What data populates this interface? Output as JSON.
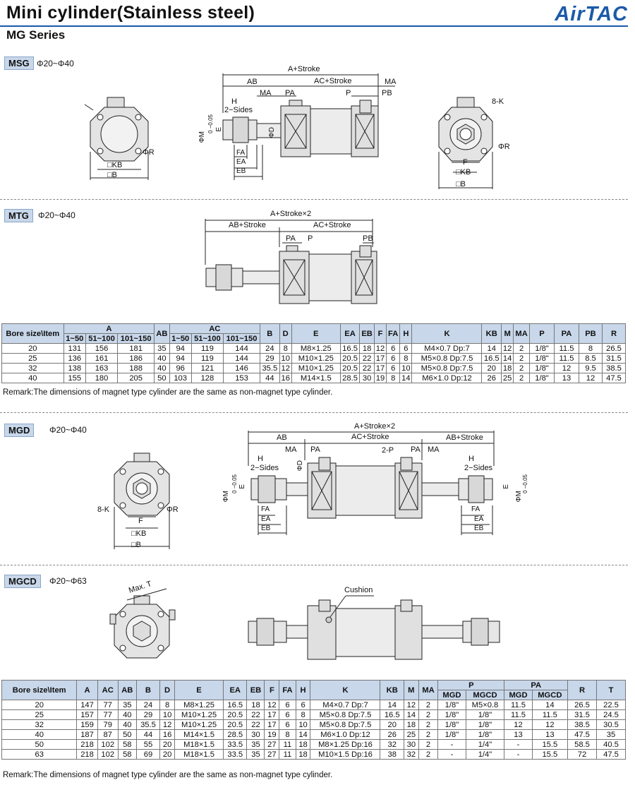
{
  "header": {
    "title": "Mini cylinder(Stainless steel)",
    "subtitle": "MG Series",
    "brand": "AirTAC",
    "brand_color": "#1b5aa8"
  },
  "sections": {
    "msg": {
      "badge": "MSG",
      "range": "Φ20~Φ40"
    },
    "mtg": {
      "badge": "MTG",
      "range": "Φ20~Φ40"
    },
    "mgd": {
      "badge": "MGD",
      "range": "Φ20~Φ40"
    },
    "mgcd": {
      "badge": "MGCD",
      "range": "Φ20~Φ63"
    }
  },
  "labels": {
    "msg": {
      "a_stroke": "A+Stroke",
      "ab": "AB",
      "ac_stroke": "AC+Stroke",
      "ma": "MA",
      "pa": "PA",
      "p": "P",
      "pb": "PB",
      "h": "H",
      "two_sides": "2−Sides",
      "phi_m": "ΦM",
      "tol": "0 −0.05",
      "e": "E",
      "phi_d": "ΦD",
      "fa": "FA",
      "ea": "EA",
      "eb": "EB",
      "kb": "□KB",
      "b": "□B",
      "phi_r": "ΦR",
      "eight_k": "8-K",
      "f": "F",
      "ma2": "MA"
    },
    "mtg": {
      "a_stroke": "A+Stroke×2",
      "ab_stroke": "AB+Stroke",
      "ac_stroke": "AC+Stroke",
      "pa": "PA",
      "p": "P",
      "pb": "PB"
    },
    "mgd": {
      "a_stroke": "A+Stroke×2",
      "ab": "AB",
      "ac_stroke": "AC+Stroke",
      "ab_stroke": "AB+Stroke",
      "ma": "MA",
      "pa": "PA",
      "two_p": "2-P",
      "h": "H",
      "two_sides": "2−Sides",
      "phi_d": "ΦD",
      "phi_m": "ΦM",
      "tol": "0 −0.05",
      "e": "E",
      "fa": "FA",
      "ea": "EA",
      "eb": "EB",
      "eight_k": "8-K",
      "phi_r": "ΦR",
      "f": "F",
      "kb": "□KB",
      "b": "□B",
      "ma2": "MA",
      "pa2": "PA"
    },
    "mgcd": {
      "max_t": "Max. T",
      "cushion": "Cushion"
    }
  },
  "table1": {
    "head1": [
      "Bore size\\Item",
      "A",
      "AB",
      "AC",
      "B",
      "D",
      "E",
      "EA",
      "EB",
      "F",
      "FA",
      "H",
      "K",
      "KB",
      "M",
      "MA",
      "P",
      "PA",
      "PB",
      "R"
    ],
    "sub": [
      "1~50",
      "51~100",
      "101~150",
      "1~50",
      "51~100",
      "101~150"
    ],
    "rows": [
      [
        "20",
        "131",
        "156",
        "181",
        "35",
        "94",
        "119",
        "144",
        "24",
        "8",
        "M8×1.25",
        "16.5",
        "18",
        "12",
        "6",
        "6",
        "M4×0.7 Dp:7",
        "14",
        "12",
        "2",
        "1/8\"",
        "11.5",
        "8",
        "26.5"
      ],
      [
        "25",
        "136",
        "161",
        "186",
        "40",
        "94",
        "119",
        "144",
        "29",
        "10",
        "M10×1.25",
        "20.5",
        "22",
        "17",
        "6",
        "8",
        "M5×0.8 Dp:7.5",
        "16.5",
        "14",
        "2",
        "1/8\"",
        "11.5",
        "8.5",
        "31.5"
      ],
      [
        "32",
        "138",
        "163",
        "188",
        "40",
        "96",
        "121",
        "146",
        "35.5",
        "12",
        "M10×1.25",
        "20.5",
        "22",
        "17",
        "6",
        "10",
        "M5×0.8 Dp:7.5",
        "20",
        "18",
        "2",
        "1/8\"",
        "12",
        "9.5",
        "38.5"
      ],
      [
        "40",
        "155",
        "180",
        "205",
        "50",
        "103",
        "128",
        "153",
        "44",
        "16",
        "M14×1.5",
        "28.5",
        "30",
        "19",
        "8",
        "14",
        "M6×1.0 Dp:12",
        "26",
        "25",
        "2",
        "1/8\"",
        "13",
        "12",
        "47.5"
      ]
    ],
    "remark": "Remark:The dimensions of magnet type cylinder are the same as non-magnet type cylinder."
  },
  "table2": {
    "head1": [
      "Bore size\\Item",
      "A",
      "AC",
      "AB",
      "B",
      "D",
      "E",
      "EA",
      "EB",
      "F",
      "FA",
      "H",
      "K",
      "KB",
      "M",
      "MA",
      "P",
      "PA",
      "R",
      "T"
    ],
    "sub": [
      "MGD",
      "MGCD",
      "MGD",
      "MGCD"
    ],
    "rows": [
      [
        "20",
        "147",
        "77",
        "35",
        "24",
        "8",
        "M8×1.25",
        "16.5",
        "18",
        "12",
        "6",
        "6",
        "M4×0.7 Dp:7",
        "14",
        "12",
        "2",
        "1/8\"",
        "M5×0.8",
        "11.5",
        "14",
        "26.5",
        "22.5"
      ],
      [
        "25",
        "157",
        "77",
        "40",
        "29",
        "10",
        "M10×1.25",
        "20.5",
        "22",
        "17",
        "6",
        "8",
        "M5×0.8 Dp:7.5",
        "16.5",
        "14",
        "2",
        "1/8\"",
        "1/8\"",
        "11.5",
        "11.5",
        "31.5",
        "24.5"
      ],
      [
        "32",
        "159",
        "79",
        "40",
        "35.5",
        "12",
        "M10×1.25",
        "20.5",
        "22",
        "17",
        "6",
        "10",
        "M5×0.8 Dp:7.5",
        "20",
        "18",
        "2",
        "1/8\"",
        "1/8\"",
        "12",
        "12",
        "38.5",
        "30.5"
      ],
      [
        "40",
        "187",
        "87",
        "50",
        "44",
        "16",
        "M14×1.5",
        "28.5",
        "30",
        "19",
        "8",
        "14",
        "M6×1.0 Dp:12",
        "26",
        "25",
        "2",
        "1/8\"",
        "1/8\"",
        "13",
        "13",
        "47.5",
        "35"
      ],
      [
        "50",
        "218",
        "102",
        "58",
        "55",
        "20",
        "M18×1.5",
        "33.5",
        "35",
        "27",
        "11",
        "18",
        "M8×1.25 Dp:16",
        "32",
        "30",
        "2",
        "-",
        "1/4\"",
        "-",
        "15.5",
        "58.5",
        "40.5"
      ],
      [
        "63",
        "218",
        "102",
        "58",
        "69",
        "20",
        "M18×1.5",
        "33.5",
        "35",
        "27",
        "11",
        "18",
        "M10×1.5 Dp:16",
        "38",
        "32",
        "2",
        "-",
        "1/4\"",
        "-",
        "15.5",
        "72",
        "47.5"
      ]
    ],
    "remark": "Remark:The dimensions of magnet type cylinder are the same as non-magnet type cylinder."
  }
}
